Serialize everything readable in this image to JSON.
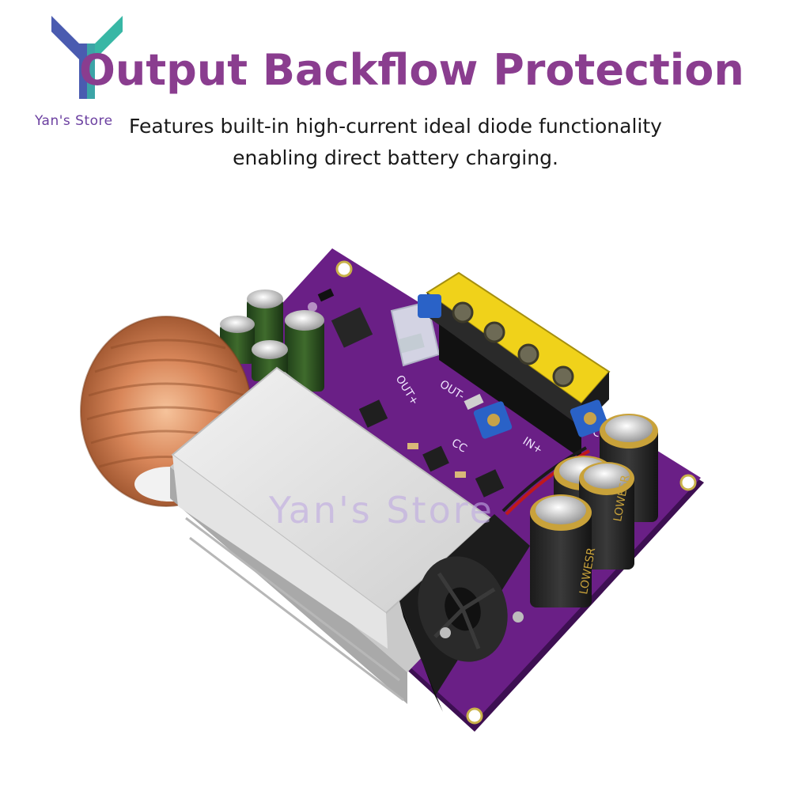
{
  "brand": {
    "store_name": "Yan's Store",
    "watermark": "Yan's Store",
    "logo_icon": "ty-letter-logo-icon",
    "colors": {
      "title": "#8a3d8f",
      "pcb": "#6a1f86",
      "logo_blue": "#4a5bb0",
      "logo_teal": "#38b7a5"
    }
  },
  "headline": {
    "title": "Output Backflow Protection",
    "subtitle_line1": "Features built-in high-current ideal diode functionality",
    "subtitle_line2": "enabling direct battery charging."
  },
  "board_labels": {
    "out_plus": "OUT+",
    "out_minus": "OUT-",
    "in_plus": "IN+",
    "cc": "CC",
    "cv": "CV",
    "capacitor_brand": "LOWESR"
  }
}
